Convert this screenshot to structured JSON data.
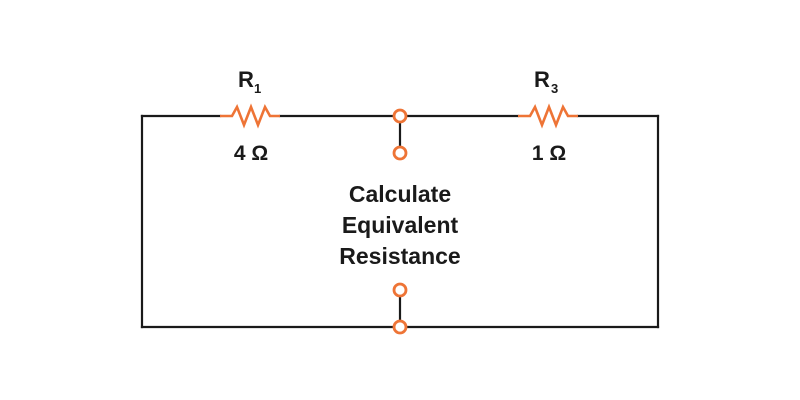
{
  "colors": {
    "wire": "#1a1a1a",
    "component": "#ee7436",
    "text": "#1a1a1a",
    "background": "#ffffff"
  },
  "resistors": [
    {
      "id": "r1",
      "label": "R",
      "subscript": "1",
      "value": "4 Ω"
    },
    {
      "id": "r3",
      "label": "R",
      "subscript": "3",
      "value": "1 Ω"
    }
  ],
  "center_text": {
    "line1": "Calculate",
    "line2": "Equivalent",
    "line3": "Resistance"
  },
  "terminals": [
    "top-open-terminal-a",
    "top-open-terminal-b",
    "bottom-open-terminal-a",
    "bottom-open-terminal-b"
  ]
}
